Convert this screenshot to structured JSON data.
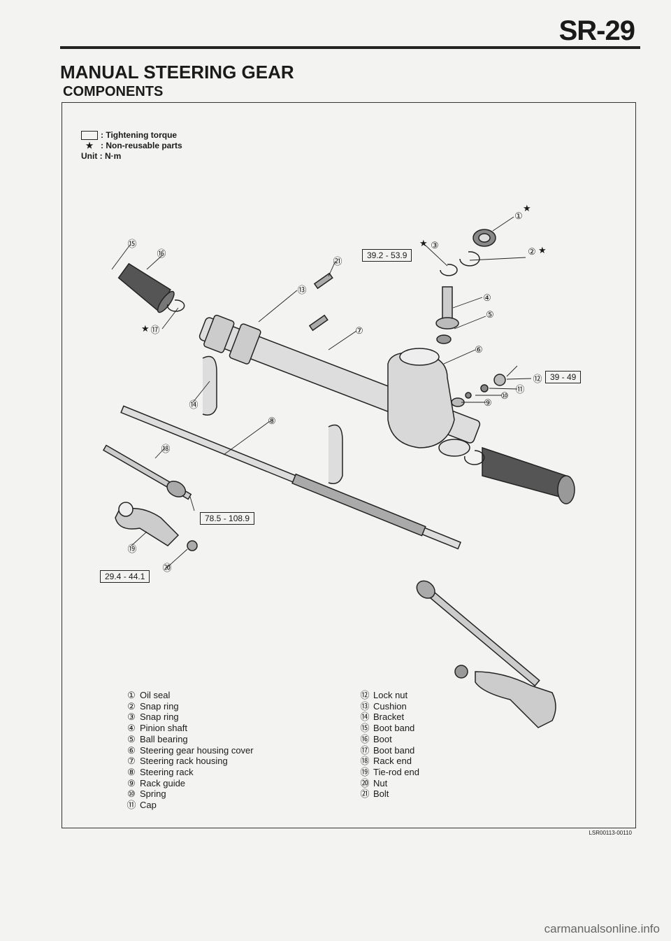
{
  "page_code": "SR-29",
  "section_title": "MANUAL STEERING GEAR",
  "sub_title": "COMPONENTS",
  "legend": {
    "torque_label": ": Tightening torque",
    "nonreusable_symbol": "★",
    "nonreusable_label": ": Non-reusable parts",
    "unit_label": "Unit : N·m"
  },
  "torques": {
    "t21": "39.2 - 53.9",
    "t12": "39 - 49",
    "t18": "78.5 - 108.9",
    "t20": "29.4 - 44.1"
  },
  "callouts": [
    "①",
    "②",
    "③",
    "④",
    "⑤",
    "⑥",
    "⑦",
    "⑧",
    "⑨",
    "⑩",
    "⑪",
    "⑫",
    "⑬",
    "⑭",
    "⑮",
    "⑯",
    "⑰",
    "⑱",
    "⑲",
    "⑳",
    "㉑"
  ],
  "star": "★",
  "parts_left": [
    {
      "num": "①",
      "name": "Oil seal"
    },
    {
      "num": "②",
      "name": "Snap ring"
    },
    {
      "num": "③",
      "name": "Snap ring"
    },
    {
      "num": "④",
      "name": "Pinion shaft"
    },
    {
      "num": "⑤",
      "name": "Ball bearing"
    },
    {
      "num": "⑥",
      "name": "Steering gear housing cover"
    },
    {
      "num": "⑦",
      "name": "Steering rack housing"
    },
    {
      "num": "⑧",
      "name": "Steering rack"
    },
    {
      "num": "⑨",
      "name": "Rack guide"
    },
    {
      "num": "⑩",
      "name": "Spring"
    },
    {
      "num": "⑪",
      "name": "Cap"
    }
  ],
  "parts_right": [
    {
      "num": "⑫",
      "name": "Lock nut"
    },
    {
      "num": "⑬",
      "name": "Cushion"
    },
    {
      "num": "⑭",
      "name": "Bracket"
    },
    {
      "num": "⑮",
      "name": "Boot band"
    },
    {
      "num": "⑯",
      "name": "Boot"
    },
    {
      "num": "⑰",
      "name": "Boot band"
    },
    {
      "num": "⑱",
      "name": "Rack end"
    },
    {
      "num": "⑲",
      "name": "Tie-rod end"
    },
    {
      "num": "⑳",
      "name": "Nut"
    },
    {
      "num": "㉑",
      "name": "Bolt"
    }
  ],
  "ref_code": "LSR00113-00110",
  "watermark": "carmanualsonline.info"
}
